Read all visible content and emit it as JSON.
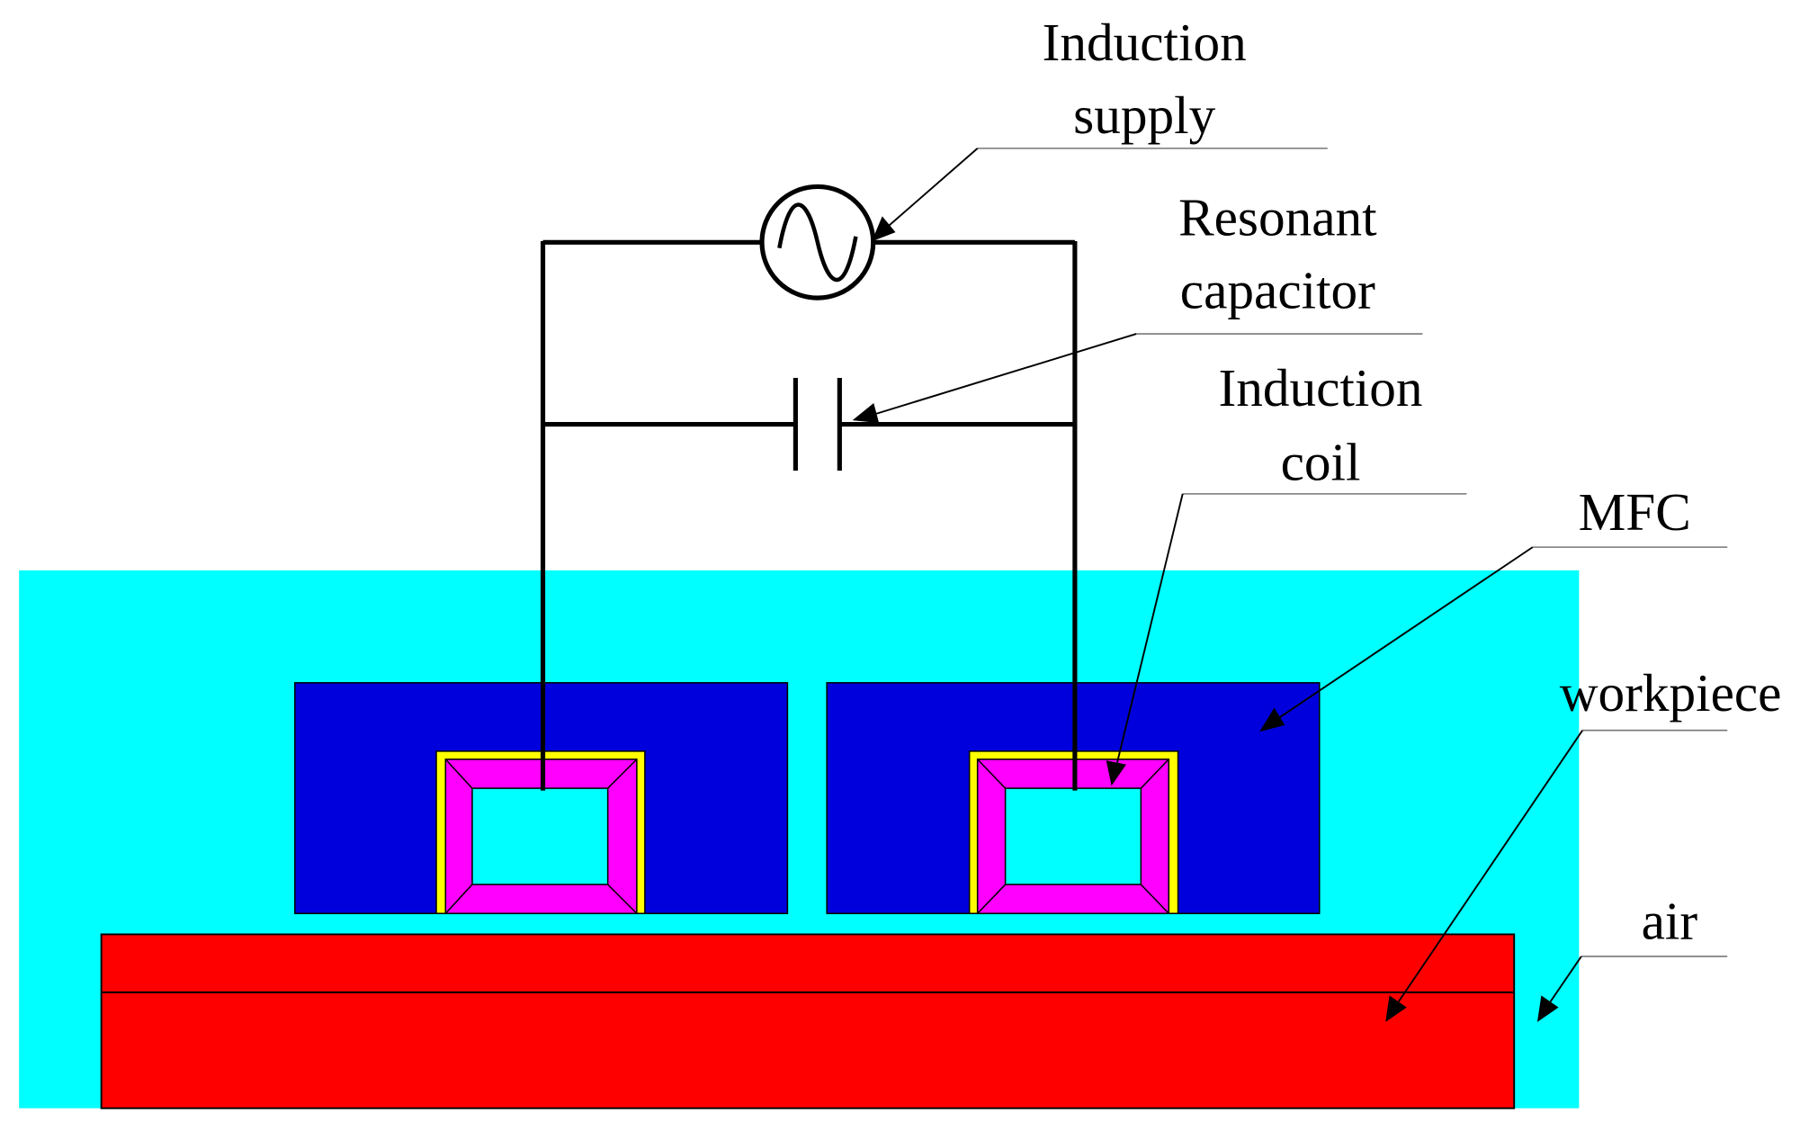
{
  "labels": {
    "induction_supply": [
      "Induction",
      "supply"
    ],
    "resonant_capacitor": [
      "Resonant",
      "capacitor"
    ],
    "induction_coil": [
      "Induction",
      "coil"
    ],
    "mfc": "MFC",
    "workpiece": "workpiece",
    "air": "air"
  },
  "colors": {
    "air": "#00FFFF",
    "mfc": "#0000DD",
    "coil_copper": "#FF00FF",
    "coil_insulation": "#FFFF00",
    "workpiece": "#FF0000",
    "wire": "#000000"
  }
}
